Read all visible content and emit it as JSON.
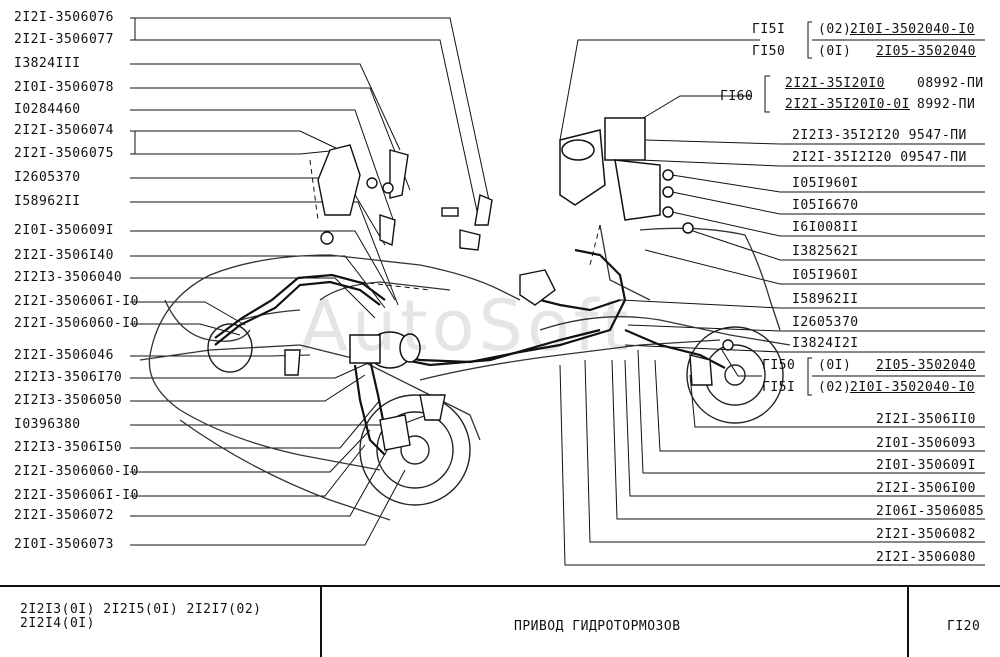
{
  "watermark": "AutoSoft",
  "left_labels": [
    "2I2I-3506076",
    "2I2I-3506077",
    "I3824III",
    "2I0I-3506078",
    "I0284460",
    "2I2I-3506074",
    "2I2I-3506075",
    "I2605370",
    "I58962II",
    "2I0I-350609I",
    "2I2I-3506I40",
    "2I2I3-3506040",
    "2I2I-350606I-I0",
    "2I2I-3506060-I0",
    "2I2I-3506046",
    "2I2I3-3506I70",
    "2I2I3-3506050",
    "I0396380",
    "2I2I3-3506I50",
    "2I2I-3506060-I0",
    "2I2I-350606I-I0",
    "2I2I-3506072",
    "2I0I-3506073"
  ],
  "right_top": {
    "g1_code": "ГI5I",
    "g1_variant": "(02)",
    "g1_part": "2I0I-3502040-I0",
    "g2_code": "ГI50",
    "g2_variant": "(0I)",
    "g2_part": "2I05-3502040",
    "g3_code": "ГI60",
    "g3_part1": "2I2I-35I20I0",
    "g3_num1": "08992-ПИ",
    "g3_part2": "2I2I-35I20I0-0I",
    "g3_num2": "8992-ПИ"
  },
  "right_labels": [
    "2I2I3-35I2I20  9547-ПИ",
    "2I2I-35I2I20  09547-ПИ",
    "I05I960I",
    "I05I6670",
    "I6I008II",
    "I382562I",
    "I05I960I",
    "I58962II",
    "I2605370",
    "I3824I2I"
  ],
  "right_mid": {
    "g1_code": "ГI50",
    "g1_variant": "(0I)",
    "g1_part": "2I05-3502040",
    "g2_code": "ГI5I",
    "g2_variant": "(02)",
    "g2_part": "2I0I-3502040-I0"
  },
  "right_bottom_labels": [
    "2I2I-3506II0",
    "2I0I-3506093",
    "2I0I-350609I",
    "2I2I-3506I00",
    "2I06I-3506085",
    "2I2I-3506082",
    "2I2I-3506080"
  ],
  "footer": {
    "models_line1": "2I2I3(0I)   2I2I5(0I)   2I2I7(02)",
    "models_line2": "2I2I4(0I)",
    "title": "ПРИВОД  ГИДРОТОРМОЗОВ",
    "page": "ГI20"
  }
}
